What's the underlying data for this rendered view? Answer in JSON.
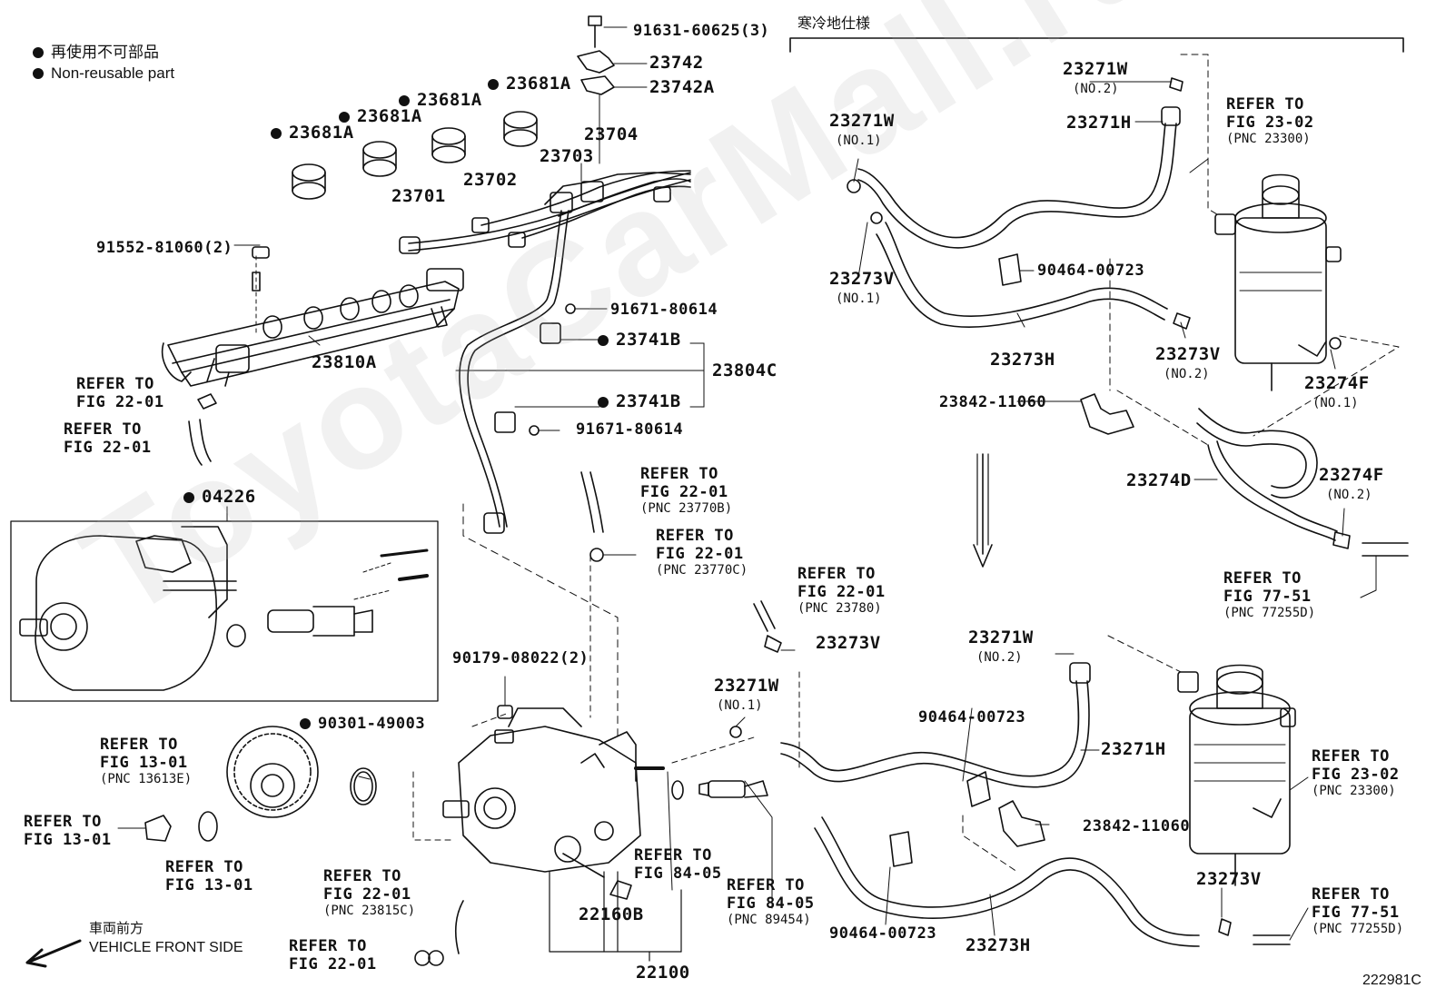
{
  "legend": {
    "ja": "再使用不可部品",
    "en": "Non-reusable part"
  },
  "cold_spec": "寒冷地仕様",
  "vehicle_front": {
    "ja": "車両前方",
    "en": "VEHICLE FRONT SIDE"
  },
  "figure_id": "222981C",
  "watermark": "ToyotaCarMall.ru",
  "labels": {
    "p91631": "91631-60625(3)",
    "p23742": "23742",
    "p23742A": "23742A",
    "p23681A_1": "23681A",
    "p23681A_2": "23681A",
    "p23681A_3": "23681A",
    "p23681A_4": "23681A",
    "p23704": "23704",
    "p23703": "23703",
    "p23702": "23702",
    "p23701": "23701",
    "p91552": "91552-81060(2)",
    "p23810A": "23810A",
    "p91671_a": "91671-80614",
    "p23741B_a": "23741B",
    "p23804C": "23804C",
    "p23741B_b": "23741B",
    "p91671_b": "91671-80614",
    "p04226": "04226",
    "p90179": "90179-08022(2)",
    "p90301": "90301-49003",
    "p22160B": "22160B",
    "p22100": "22100",
    "p23273V_mid": "23273V",
    "p23271W_mid": "23271W",
    "p23271W_mid_sub": "(NO.1)",
    "c23271W_top": "23271W",
    "c23271W_top_sub": "(NO.2)",
    "c23271H_top": "23271H",
    "c23271W_left": "23271W",
    "c23271W_left_sub": "(NO.1)",
    "c23273V_left": "23273V",
    "c23273V_left_sub": "(NO.1)",
    "c90464_top": "90464-00723",
    "c23273H_top": "23273H",
    "c23273V_right": "23273V",
    "c23273V_right_sub": "(NO.2)",
    "c23274F_a": "23274F",
    "c23274F_a_sub": "(NO.1)",
    "c23842_top": "23842-11060",
    "c23274D": "23274D",
    "c23274F_b": "23274F",
    "c23274F_b_sub": "(NO.2)",
    "l23271W_bot": "23271W",
    "l23271W_bot_sub": "(NO.2)",
    "l90464_a": "90464-00723",
    "l23271H": "23271H",
    "l23842": "23842-11060",
    "l90464_b": "90464-00723",
    "l23273H": "23273H",
    "l23273V": "23273V"
  },
  "refs": {
    "r1": {
      "l1": "REFER TO",
      "l2": "FIG 22-01",
      "l3": ""
    },
    "r2": {
      "l1": "REFER TO",
      "l2": "FIG 22-01",
      "l3": ""
    },
    "r3": {
      "l1": "REFER TO",
      "l2": "FIG 22-01",
      "l3": "(PNC 23770B)"
    },
    "r4": {
      "l1": "REFER TO",
      "l2": "FIG 22-01",
      "l3": "(PNC 23770C)"
    },
    "r5": {
      "l1": "REFER TO",
      "l2": "FIG 22-01",
      "l3": "(PNC 23780)"
    },
    "r6": {
      "l1": "REFER TO",
      "l2": "FIG 13-01",
      "l3": "(PNC 13613E)"
    },
    "r7": {
      "l1": "REFER TO",
      "l2": "FIG 13-01",
      "l3": ""
    },
    "r8": {
      "l1": "REFER TO",
      "l2": "FIG 13-01",
      "l3": ""
    },
    "r9": {
      "l1": "REFER TO",
      "l2": "FIG 22-01",
      "l3": "(PNC 23815C)"
    },
    "r10": {
      "l1": "REFER TO",
      "l2": "FIG 22-01",
      "l3": ""
    },
    "r11": {
      "l1": "REFER TO",
      "l2": "FIG 84-05",
      "l3": ""
    },
    "r12": {
      "l1": "REFER TO",
      "l2": "FIG 84-05",
      "l3": "(PNC 89454)"
    },
    "r13": {
      "l1": "REFER TO",
      "l2": "FIG 23-02",
      "l3": "(PNC 23300)"
    },
    "r14": {
      "l1": "REFER TO",
      "l2": "FIG 77-51",
      "l3": "(PNC 77255D)"
    },
    "r15": {
      "l1": "REFER TO",
      "l2": "FIG 23-02",
      "l3": "(PNC 23300)"
    },
    "r16": {
      "l1": "REFER TO",
      "l2": "FIG 77-51",
      "l3": "(PNC 77255D)"
    }
  }
}
